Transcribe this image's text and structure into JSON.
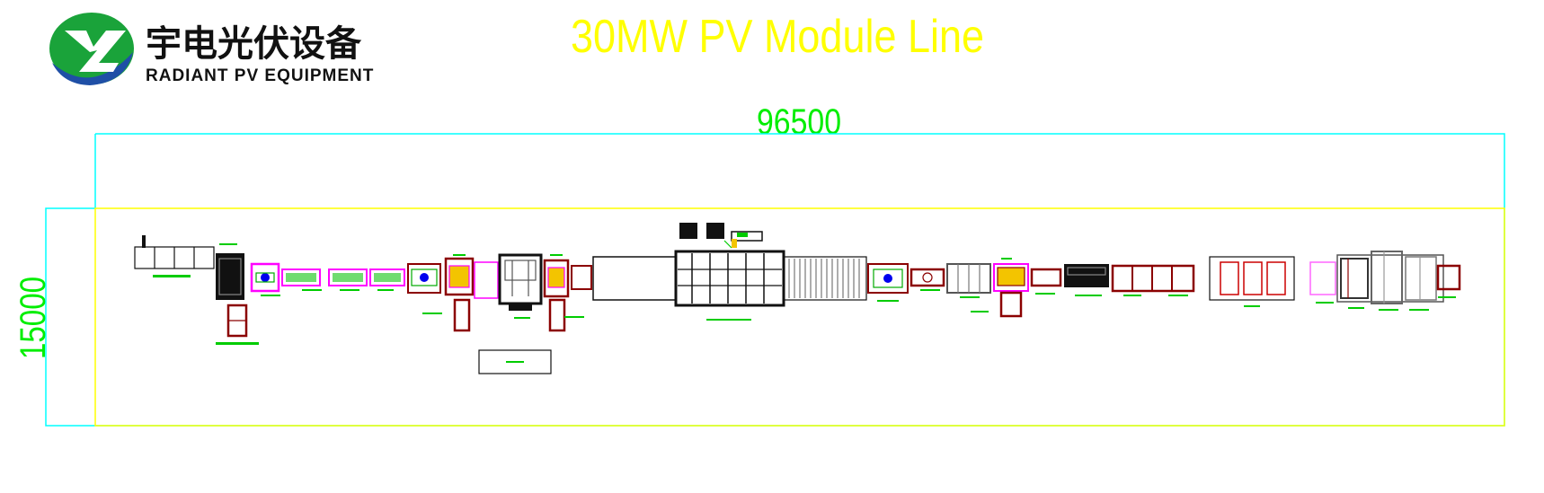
{
  "title": "30MW PV Module Line",
  "logo": {
    "chinese_name": "宇电光伏设备",
    "english_name": "RADIANT PV EQUIPMENT"
  },
  "dimensions": {
    "width_label": "96500",
    "height_label": "15000"
  },
  "colors": {
    "title": "#ffff00",
    "dimension_text": "#00ee00",
    "outer_frame": "#00ffff",
    "inner_frame": "#ffff00",
    "logo_green": "#1aa33a",
    "logo_blue": "#1f4fa6",
    "machine_red": "#8b0000",
    "machine_magenta": "#ff00ff",
    "machine_black": "#111111"
  }
}
